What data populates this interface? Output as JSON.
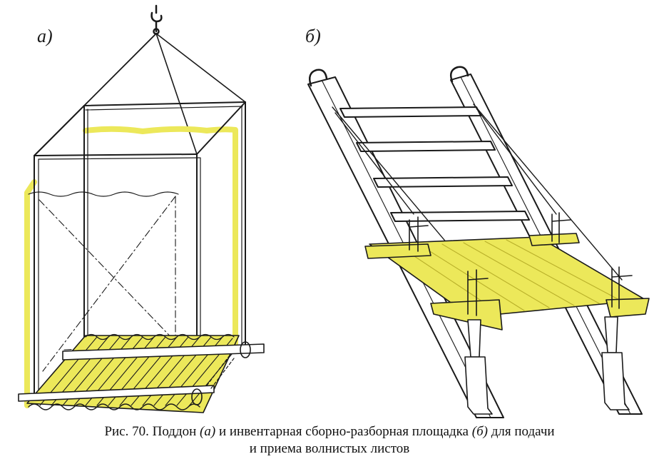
{
  "panels": {
    "a_label": "а)",
    "b_label": "б)"
  },
  "caption": {
    "prefix": "Рис. 70. Поддон ",
    "mark_a": "(а)",
    "middle": " и инвентарная сборно-разборная площадка ",
    "mark_b": "(б)",
    "end_line1": " для подачи",
    "line2": "и приема волнистых листов"
  },
  "colors": {
    "highlight": "#ece85a",
    "highlight_dark": "#d9d23c",
    "ink": "#1a1a1a"
  }
}
